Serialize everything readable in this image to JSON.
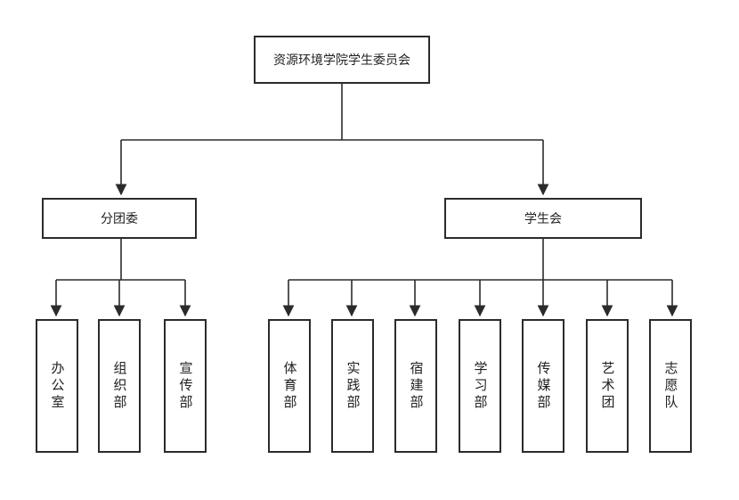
{
  "org_chart": {
    "root": "资源环境学院学生委员会",
    "branches": [
      {
        "label": "分团委",
        "children": [
          "办公室",
          "组织部",
          "宣传部"
        ]
      },
      {
        "label": "学生会",
        "children": [
          "体育部",
          "实践部",
          "宿建部",
          "学习部",
          "传媒部",
          "艺术团",
          "志愿队"
        ]
      }
    ]
  },
  "colors": {
    "line": "#2b2b2b",
    "background": "#ffffff"
  }
}
